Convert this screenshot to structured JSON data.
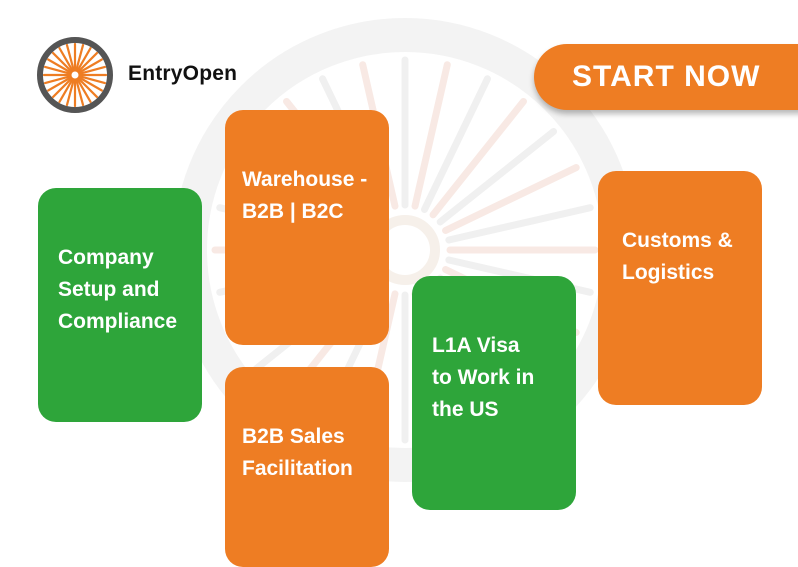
{
  "brand": {
    "name": "EntryOpen",
    "icon": "spoked-wheel-icon",
    "colors": {
      "ring": "#555555",
      "spokes": "#ee7d23",
      "hub": "#ffffff"
    }
  },
  "cta": {
    "label": "START NOW",
    "color": "#ee7d23"
  },
  "services": [
    {
      "label": "Company\nSetup and\nCompliance",
      "color": "#2ea53a"
    },
    {
      "label": "Warehouse -\nB2B | B2C",
      "color": "#ee7d23"
    },
    {
      "label": "B2B Sales\nFacilitation",
      "color": "#ee7d23"
    },
    {
      "label": "L1A Visa\nto Work in\nthe US",
      "color": "#2ea53a"
    },
    {
      "label": "Customs &\nLogistics",
      "color": "#ee7d23"
    }
  ],
  "background": {
    "icon": "faded-wheel-watermark-icon"
  }
}
